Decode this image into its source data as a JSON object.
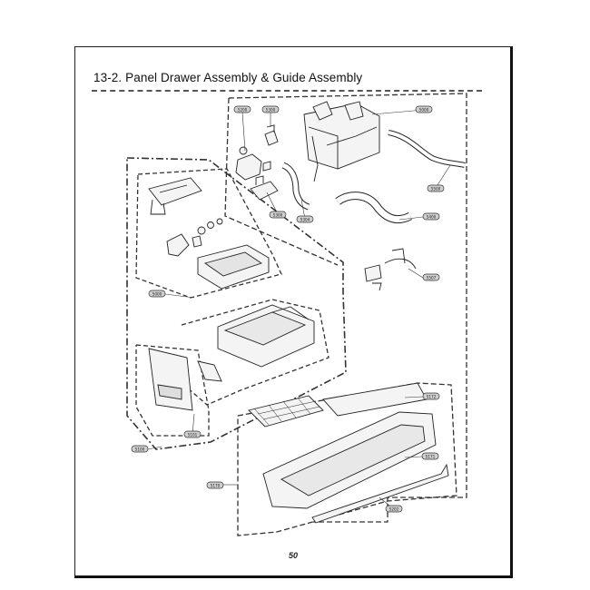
{
  "document": {
    "title": "13-2. Panel Drawer Assembly & Guide Assembly",
    "page_number": "50"
  },
  "callouts": {
    "c1": "5200",
    "c2": "5300",
    "c3": "5000",
    "c4": "5300",
    "c5": "5304",
    "c6": "5500",
    "c7": "5400",
    "c8": "5507",
    "c9": "5000",
    "c10": "5172",
    "c11": "5101",
    "c12": "5100",
    "c13": "5171",
    "c14": "5170",
    "c15": "5202"
  },
  "colors": {
    "line": "#222222",
    "callout_fill": "#cfcfcf",
    "dash_border": "#333333"
  }
}
